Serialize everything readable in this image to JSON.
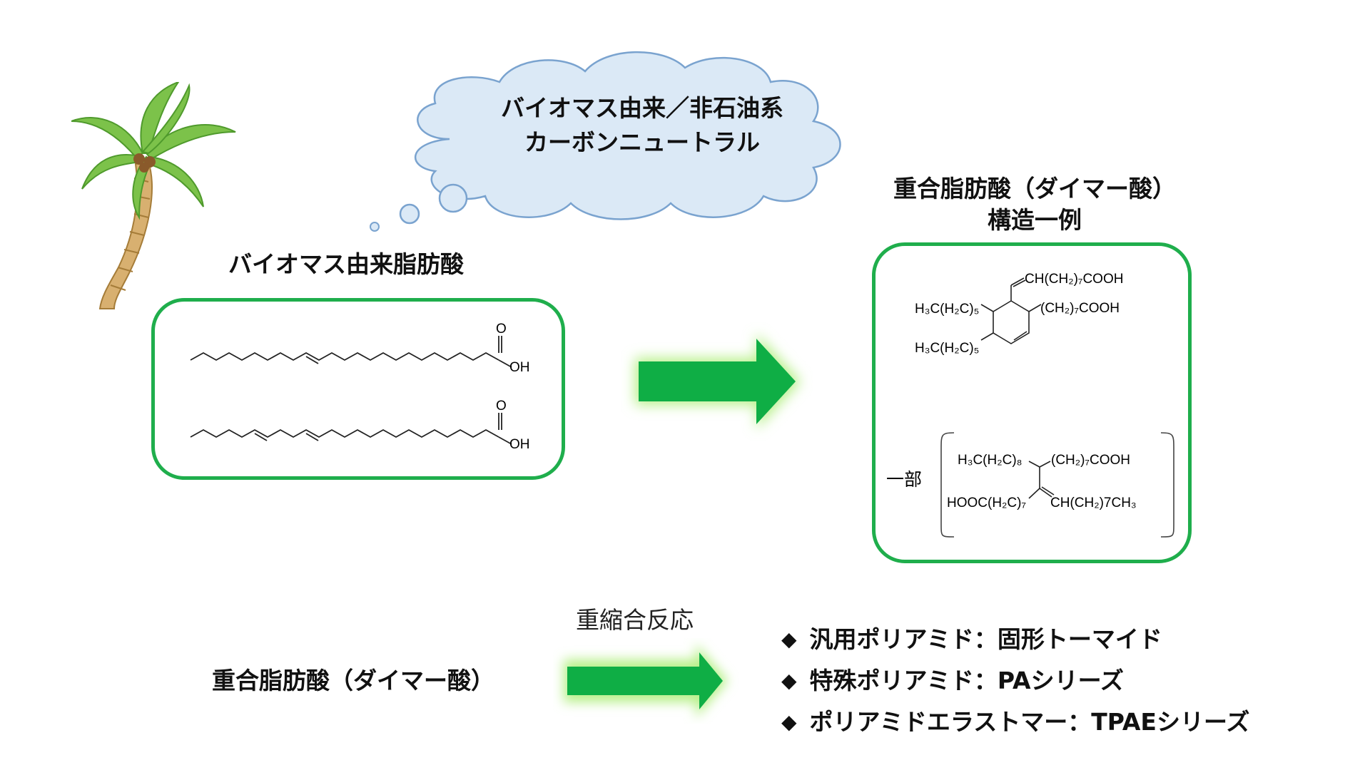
{
  "cloud": {
    "line1": "バイオマス由来／非石油系",
    "line2": "カーボンニュートラル",
    "fill": "#dbe9f6",
    "stroke": "#7aa3cf"
  },
  "left_panel": {
    "title": "バイオマス由来脂肪酸",
    "molecule1": {
      "o_label": "O",
      "oh_label": "OH"
    },
    "molecule2": {
      "o_label": "O",
      "oh_label": "OH"
    }
  },
  "right_panel": {
    "title_line1": "重合脂肪酸（ダイマー酸）",
    "title_line2": "構造一例",
    "structure": {
      "sub_top": "CH(CH₂)₇COOH",
      "sub_right": "(CH₂)₇COOH",
      "sub_left1": "H₃C(H₂C)₅",
      "sub_left2": "H₃C(H₂C)₅"
    },
    "partial_label": "一部",
    "linear": {
      "left_top": "H₃C(H₂C)₈",
      "right_top": "(CH₂)₇COOH",
      "left_bottom": "HOOC(H₂C)₇",
      "right_bottom": "CH(CH₂)7CH₃"
    }
  },
  "bottom": {
    "reactant": "重合脂肪酸（ダイマー酸）",
    "reaction_label": "重縮合反応",
    "products": [
      {
        "bullet": "◆",
        "text": "汎用ポリアミド：固形トーマイド"
      },
      {
        "bullet": "◆",
        "text": "特殊ポリアミド：PAシリーズ"
      },
      {
        "bullet": "◆",
        "text": "ポリアミドエラストマー：TPAEシリーズ"
      }
    ]
  },
  "colors": {
    "accent_green": "#1fae4c",
    "arrow_green": "#0fae45",
    "arrow_glow": "#b8f08a"
  },
  "icons": [
    "palm-tree-icon",
    "thought-cloud-icon",
    "right-arrow-icon"
  ]
}
